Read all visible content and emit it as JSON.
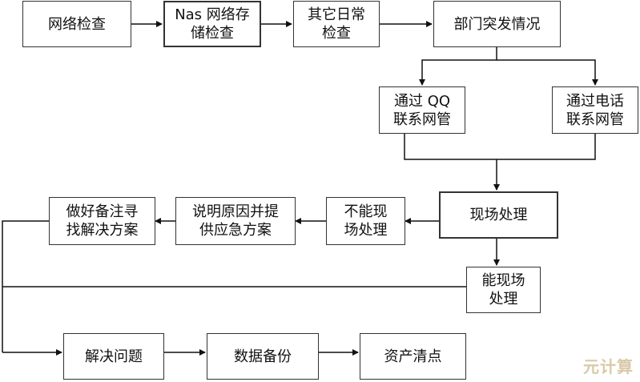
{
  "flowchart": {
    "row1": {
      "network_check": "网络检查",
      "nas_check": "Nas 网络存\n储检查",
      "daily_check": "其它日常\n检查",
      "emergency": "部门突发情况"
    },
    "row2": {
      "contact_qq": "通过 QQ\n联系网管",
      "contact_phone": "通过电话\n联系网管"
    },
    "row3": {
      "onsite": "现场处理",
      "cannot_onsite": "不能现\n场处理",
      "explain": "说明原因并提\n供应急方案",
      "prepare": "做好备注寻\n找解决方案"
    },
    "row4": {
      "can_onsite": "能现场\n处理"
    },
    "row5": {
      "solve": "解决问题",
      "backup": "数据备份",
      "inventory": "资产清点"
    }
  },
  "watermark": "元计算"
}
